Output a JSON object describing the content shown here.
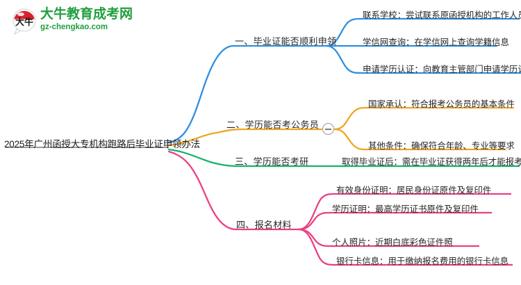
{
  "logo": {
    "mark_name": "daniu-bull-logo-icon",
    "mark_text": "大牛",
    "title": "大牛教育成考网",
    "subtitle": "gz-chengkao.com",
    "brand_color": "#1f9e3e",
    "mark_accent_color": "#d8232a"
  },
  "mindmap": {
    "root": {
      "label": "2025年广州函授大专机构跑路后毕业证申领办法"
    },
    "branch_colors": {
      "branch1": "#2e8fe0",
      "branch2": "#efa622",
      "branch3": "#16b36a",
      "branch4": "#ec3f84"
    },
    "collapse_toggle": {
      "state": "expanded",
      "glyph": "−"
    },
    "branches": [
      {
        "label": "一、毕业证能否顺利申领",
        "color": "#2e8fe0",
        "children": [
          {
            "label": "联系学校：尝试联系原函授机构的工作人员"
          },
          {
            "label": "学信网查询：在学信网上查询学籍信息"
          },
          {
            "label": "申请学历认证：向教育主管部门申请学历认证"
          }
        ]
      },
      {
        "label": "二、学历能否考公务员",
        "color": "#efa622",
        "children": [
          {
            "label": "国家承认：符合报考公务员的基本条件"
          },
          {
            "label": "其他条件：确保符合年龄、专业等要求"
          }
        ]
      },
      {
        "label": "三、学历能否考研",
        "color": "#16b36a",
        "children": [
          {
            "label": "取得毕业证后：需在毕业证获得两年后才能报考"
          }
        ]
      },
      {
        "label": "四、报名材料",
        "color": "#ec3f84",
        "children": [
          {
            "label": "有效身份证明：居民身份证原件及复印件"
          },
          {
            "label": "学历证明：最高学历证书原件及复印件"
          },
          {
            "label": "个人照片：近期白底彩色证件照"
          },
          {
            "label": "银行卡信息：用于缴纳报名费用的银行卡信息"
          }
        ]
      }
    ]
  }
}
